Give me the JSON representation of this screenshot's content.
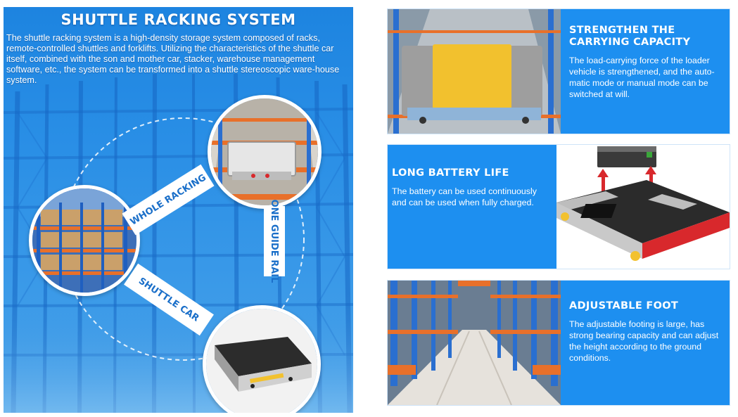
{
  "left_panel": {
    "title": "SHUTTLE RACKING SYSTEM",
    "description": "The shuttle racking system is a high-density storage system composed of racks, remote-controlled shuttles and forklifts. Utilizing the characteristics of the shuttle car itself, combined with the son and mother car, stacker, warehouse management software, etc., the system can be transformed into a shuttle stereoscopic ware-house system.",
    "labels": {
      "whole_racking": "WHOLE RACKING",
      "one_guide_rail": "ONE GUIDE RAIL",
      "shuttle_car": "SHUTTLE CAR"
    }
  },
  "features": [
    {
      "title_line1": "STRENGTHEN THE",
      "title_line2": "CARRYING CAPACITY",
      "text": "The load-carrying force of the loader vehicle is strengthened, and the auto-matic mode or manual mode can be switched at will."
    },
    {
      "title_line1": "LONG BATTERY LIFE",
      "title_line2": "",
      "text": "The battery can be used continuously and can be used when fully charged."
    },
    {
      "title_line1": "ADJUSTABLE FOOT",
      "title_line2": "",
      "text": "The adjustable footing is large, has strong bearing capacity and can adjust the height according to the ground conditions."
    }
  ],
  "colors": {
    "brand_blue": "#1d8ff0",
    "rack_blue": "#2a6fd0",
    "rack_orange": "#e8702a",
    "shuttle_yellow": "#f2c12e",
    "shuttle_red": "#d8282c"
  }
}
